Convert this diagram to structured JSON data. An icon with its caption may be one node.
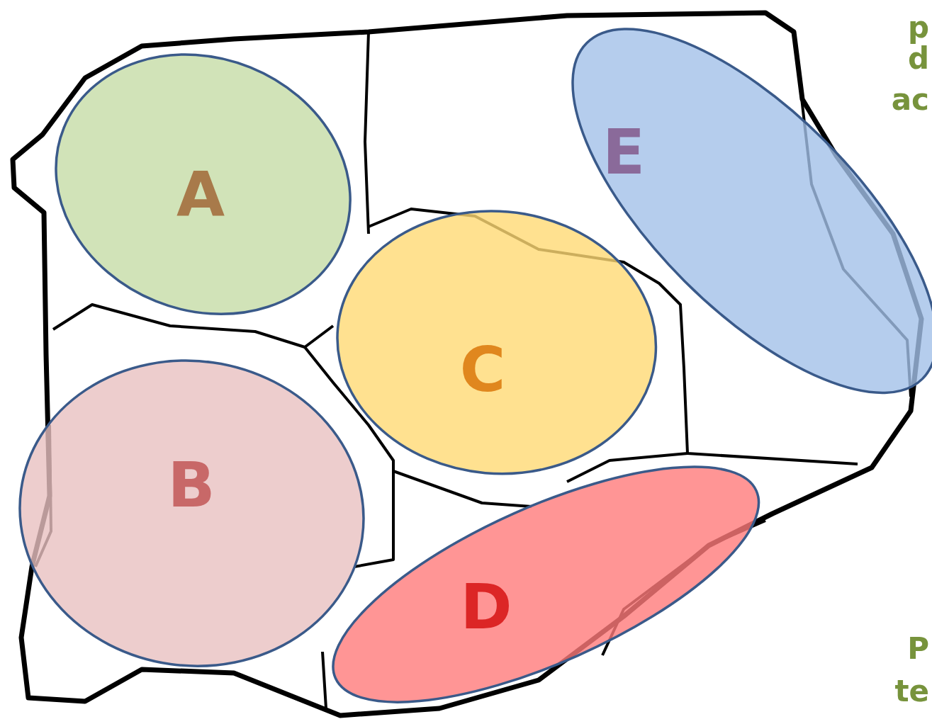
{
  "diagram": {
    "nodes": [
      {
        "text": [
          "A"
        ]
      },
      {
        "text": [
          "B"
        ]
      },
      {
        "text": [
          "C"
        ]
      },
      {
        "text": [
          "D"
        ]
      },
      {
        "text": [
          "E"
        ]
      }
    ],
    "labels": [
      "p",
      "d",
      "ac",
      "P",
      "te"
    ]
  }
}
